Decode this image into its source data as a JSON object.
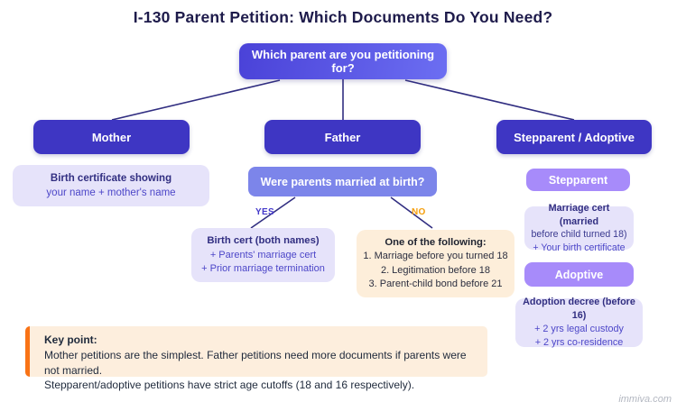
{
  "title": "I-130 Parent Petition: Which Documents Do You Need?",
  "root": {
    "question": "Which parent are you petitioning for?"
  },
  "mother": {
    "label": "Mother",
    "doc": [
      "Birth certificate showing",
      "your name + mother's name"
    ]
  },
  "father": {
    "label": "Father",
    "question": "Were parents married at birth?",
    "yes_label": "YES",
    "no_label": "NO",
    "yes_doc": [
      "Birth cert (both names)",
      "+ Parents' marriage cert",
      "+ Prior marriage termination"
    ],
    "no_doc": [
      "One of the following:",
      "1. Marriage before you turned 18",
      "2. Legitimation before 18",
      "3. Parent-child bond before 21"
    ]
  },
  "stepparent_adoptive": {
    "label": "Stepparent / Adoptive",
    "stepparent_label": "Stepparent",
    "stepparent_doc": [
      "Marriage cert (married",
      "before child turned 18)",
      "+ Your birth certificate"
    ],
    "adoptive_label": "Adoptive",
    "adoptive_doc": [
      "Adoption decree (before 16)",
      "+ 2 yrs legal custody",
      "+ 2 yrs co-residence"
    ]
  },
  "key_point": {
    "heading": "Key point:",
    "lines": [
      "Mother petitions are the simplest. Father petitions need more documents if parents were not married.",
      "Stepparent/adoptive petitions have strict age cutoffs (18 and 16 respectively)."
    ]
  },
  "watermark": "immiva.com",
  "colors": {
    "root_gradient_start": "#4a42d8",
    "root_gradient_end": "#6c6ef2",
    "branch_indigo": "#3e36c3",
    "question_periwinkle": "#7c85ea",
    "badge_purple": "#a78bfa",
    "card_lavender": "#e6e3fa",
    "card_cream": "#fdeeda",
    "connector_navy": "#312e81",
    "yes_color": "#4338ca",
    "no_color": "#f59e0b",
    "keypoint_bar_orange": "#f97316",
    "title_navy": "#1e1b4b"
  }
}
